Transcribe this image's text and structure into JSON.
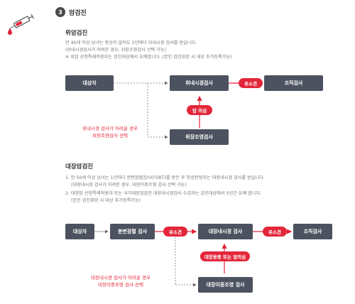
{
  "section": {
    "number": "3",
    "title": "암검진",
    "icon": "syringe-icon",
    "accent": "#e3263a",
    "box_color": "#4d5260"
  },
  "stomach": {
    "title": "위암검진",
    "desc": [
      "만 40세 이상 남녀는 증상이 없어도 2년마다 위내시경 검사를 받습니다.",
      "(위내시경검사가 어려운 경우, 위장조영검사 선택 가능)",
      "※ 위암 산정특례적용자는 검진대상에서 유예합니다. (본인 검진희망 시 대상 추가등록가능)"
    ],
    "boxes": {
      "subject": "대상자",
      "endoscopy": "위내시경검사",
      "biopsy": "조직검사",
      "contrast": "위장조영검사"
    },
    "pills": {
      "polyp": "유소견",
      "suspect": "암 의심"
    },
    "note": [
      "위내시경 검사가 어려운 경우",
      "위장조영검사 선택"
    ]
  },
  "colon": {
    "title": "대장암검진",
    "desc": [
      "1. 만 50세 이상 남녀는 1년마다 분변잠혈검사(FOBT)를 받은 후 양성판정자는 대장내시경 검사를 받습니다.",
      "(대장내시경 검사가 어려운 경우, 대장이중조영 검사 선택 가능)",
      "2. 대장암 산정특례적용자 또는 국가대장암검진 대장내시경검사 수검자는 검진대상에서 5년간 유예 합니다.",
      "(본인 검진희망 시 대상 추가등록가능)"
    ],
    "boxes": {
      "subject": "대상자",
      "fobt": "분변잠혈 검사",
      "endoscopy": "대장내시경 검사",
      "biopsy": "조직검사",
      "contrast": "대장이중조영 검사"
    },
    "pills": {
      "polyp1": "유소견",
      "polyp2": "유소견",
      "suspect": "대장용종 또는 암의심"
    },
    "note": [
      "대장내시경 검사가 어려운 경우",
      "대장이중조영 검사 선택"
    ]
  }
}
